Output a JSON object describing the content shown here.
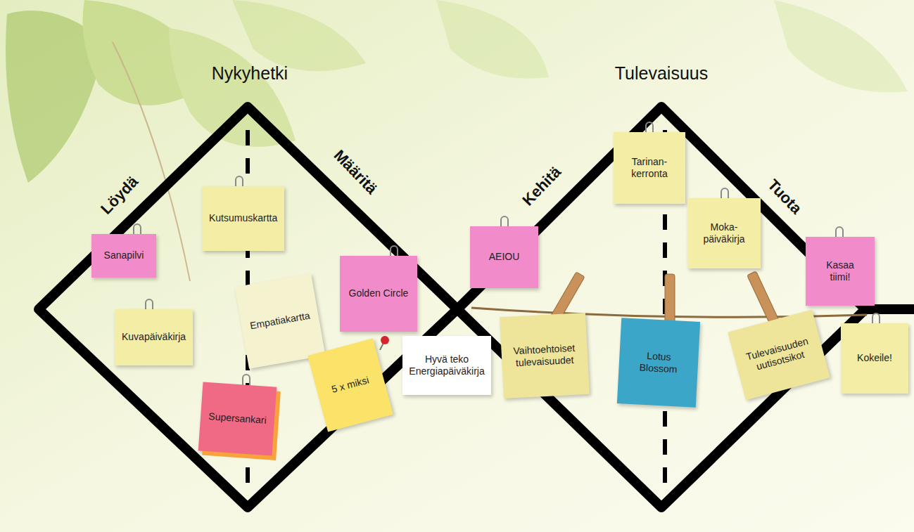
{
  "diagram": {
    "nodes": [
      {
        "text": [
          "Sanapilvi"
        ]
      },
      {
        "text": [
          "Kutsumuskartta"
        ]
      },
      {
        "text": [
          "Kuvapäiväkirja"
        ]
      },
      {
        "text": [
          "Empatiakartta"
        ]
      },
      {
        "text": [
          "Supersankari"
        ]
      },
      {
        "text": [
          "Golden Circle"
        ]
      },
      {
        "text": [
          "5 x miksi"
        ]
      },
      {
        "text": [
          "Hyvä teko Energiapäiväkirja"
        ]
      },
      {
        "text": [
          "AEIOU"
        ]
      },
      {
        "text": [
          "Tarinan- kerronta"
        ]
      },
      {
        "text": [
          "Moka- päiväkirja"
        ]
      },
      {
        "text": [
          "Kasaa tiimi!"
        ]
      },
      {
        "text": [
          "Vaihtoehtoiset tulevaisuudet"
        ]
      },
      {
        "text": [
          "Lotus Blossom"
        ]
      },
      {
        "text": [
          "Tulevaisuuden uutisotsikot"
        ]
      },
      {
        "text": [
          "Kokeile!"
        ]
      }
    ],
    "labels": [
      "Nykyhetki",
      "Tulevaisuus",
      "Löydä",
      "Määritä",
      "Kehitä",
      "Tuota"
    ]
  }
}
